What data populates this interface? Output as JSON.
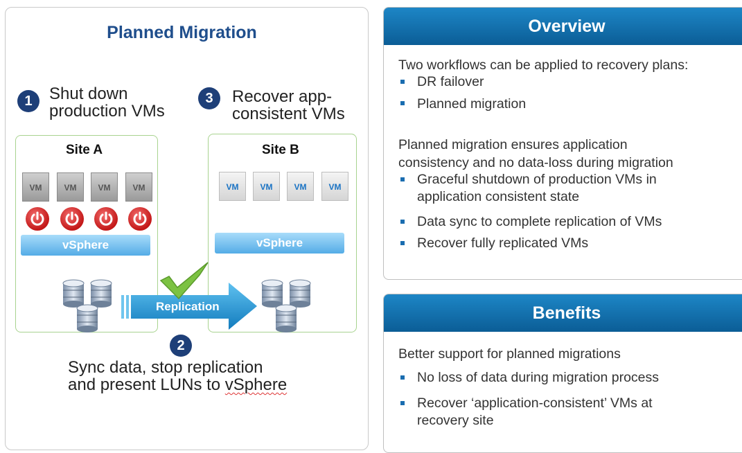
{
  "diagram": {
    "title": "Planned Migration",
    "step1": {
      "number": "1",
      "line1": "Shut down",
      "line2": "production VMs"
    },
    "step3": {
      "number": "3",
      "line1": "Recover app-",
      "line2": "consistent VMs"
    },
    "step2": {
      "number": "2",
      "line1": "Sync data, stop replication",
      "line2_pre": "and present LUNs to ",
      "line2_underlined": "vSphere"
    },
    "site_a": {
      "title": "Site A",
      "vm_label": "VM",
      "vm_count": 4,
      "vm_state": "powered-off",
      "platform": "vSphere"
    },
    "site_b": {
      "title": "Site B",
      "vm_label": "VM",
      "vm_count": 4,
      "vm_state": "running",
      "platform": "vSphere"
    },
    "replication_label": "Replication",
    "icons": [
      "power-icon",
      "storage-icon",
      "checkmark-icon",
      "arrow-right-icon"
    ],
    "colors": {
      "title": "#1f4e8c",
      "step_badge": "#1e3f78",
      "site_border": "#a8d38f",
      "power": "#d42020",
      "vsphere": "#54ace6",
      "check": "#7cc242",
      "arrow": "#1c8fd2"
    }
  },
  "overview": {
    "title": "Overview",
    "intro": "Two workflows can be applied to recovery plans:",
    "workflows": [
      "DR failover",
      "Planned migration"
    ],
    "para_line1": "Planned migration ensures application",
    "para_line2": "consistency and no data-loss  during migration",
    "points": [
      {
        "line1": "Graceful shutdown of production VMs in",
        "line2": "application consistent state"
      },
      {
        "line1": "Data sync to complete replication of VMs"
      },
      {
        "line1": "Recover fully replicated VMs"
      }
    ]
  },
  "benefits": {
    "title": "Benefits",
    "intro": "Better support for planned migrations",
    "points": [
      {
        "line1": "No loss of data during migration process"
      },
      {
        "line1": "Recover ‘application-consistent’ VMs at",
        "line2": "recovery site"
      }
    ]
  },
  "colors": {
    "header_gradient_top": "#1d86c6",
    "header_gradient_bottom": "#0b5d96",
    "bullet": "#1a6db0"
  }
}
